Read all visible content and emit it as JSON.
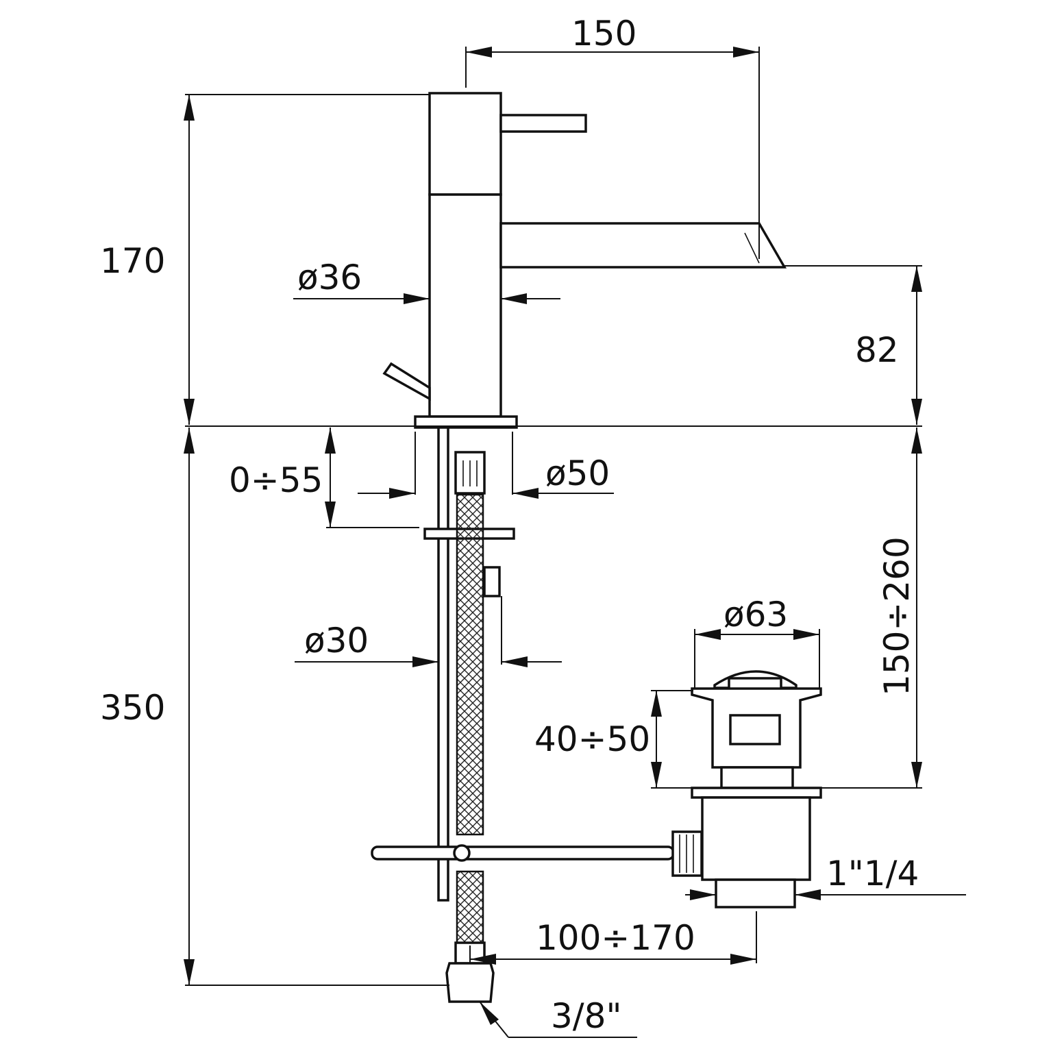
{
  "dimensions": {
    "spout_reach": "150",
    "total_height": "170",
    "body_diameter": "ø36",
    "spout_height": "82",
    "deck_thickness": "0÷55",
    "base_diameter": "ø50",
    "hose_diameter": "ø30",
    "below_deck": "350",
    "drain_adjust": "150÷260",
    "plug_diameter": "ø63",
    "waste_length": "40÷50",
    "waste_thread": "1\"1/4",
    "rod_offset": "100÷170",
    "hose_thread": "3/8\""
  },
  "colors": {
    "line": "#111111",
    "background": "#ffffff"
  }
}
